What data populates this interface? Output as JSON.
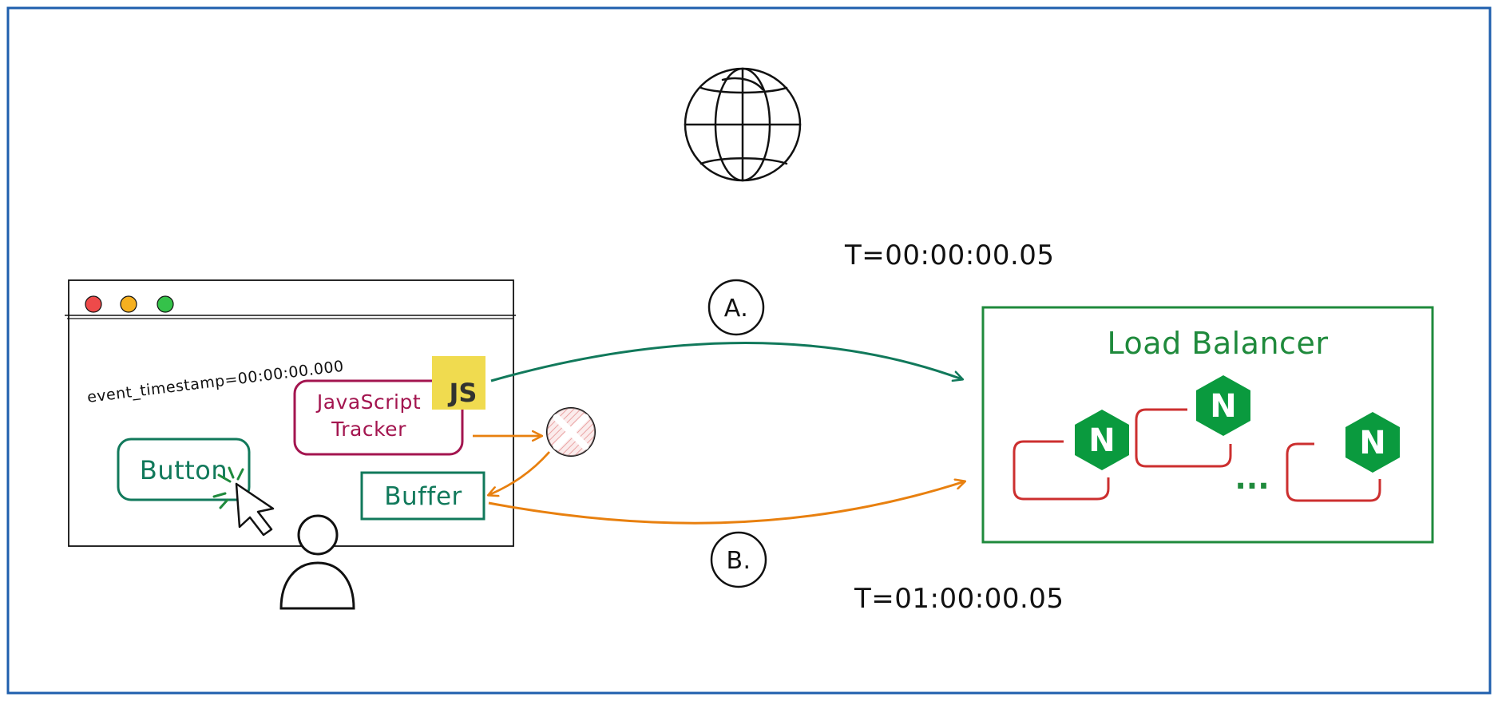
{
  "colors": {
    "frame": "#1f5fad",
    "ink": "#111111",
    "green": "#1f8a3c",
    "teal": "#11795b",
    "crimson": "#a3154f",
    "orange": "#e8800f",
    "red": "#cc2f2f",
    "nginx": "#0a9a3e",
    "js_yellow": "#f0db4f",
    "dot_red": "#ee4a4a",
    "dot_yellow": "#f5b020",
    "dot_green": "#35c24a",
    "error_fill": "#f6d4d4"
  },
  "icons": {
    "globe": "globe-icon",
    "user": "user-icon",
    "cursor": "cursor-icon",
    "error": "error-x-icon",
    "js_logo": "javascript-logo-icon",
    "nginx_logo": "nginx-logo-icon"
  },
  "browser": {
    "event_timestamp": "event_timestamp=00:00:00.000",
    "button_label": "Button",
    "tracker_label_line1": "JavaScript",
    "tracker_label_line2": "Tracker",
    "js_badge": "JS",
    "buffer_label": "Buffer"
  },
  "paths": {
    "a_label": "A.",
    "a_time": "T=00:00:00.05",
    "b_label": "B.",
    "b_time": "T=01:00:00.05"
  },
  "load_balancer": {
    "title": "Load Balancer",
    "node_badge": "N",
    "ellipsis": "..."
  }
}
